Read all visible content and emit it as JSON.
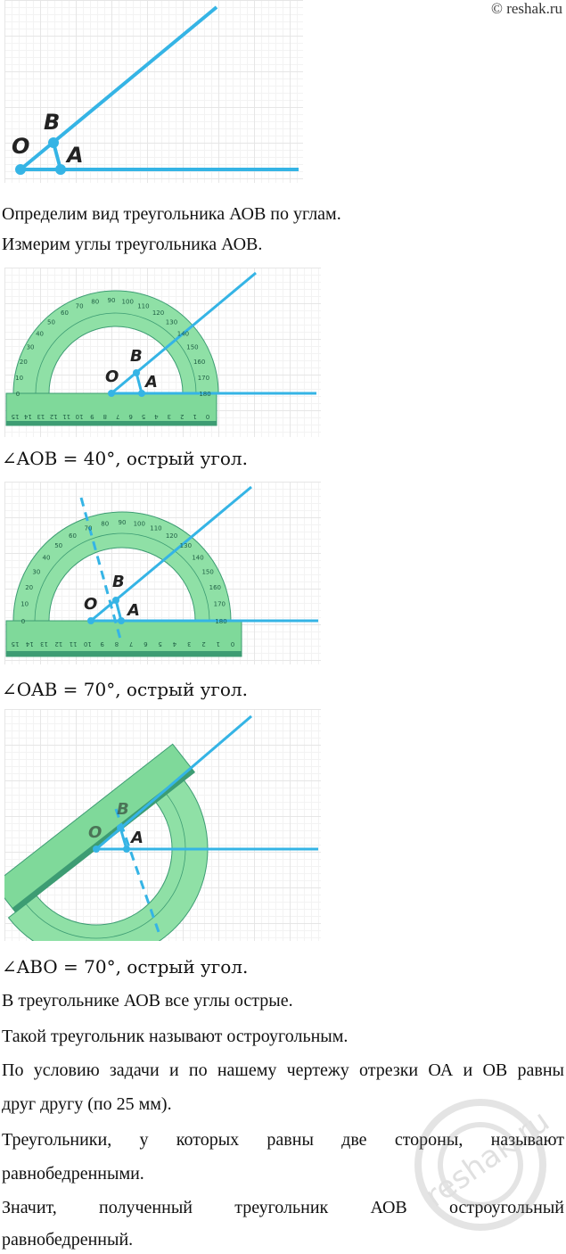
{
  "copyright": "© reshak.ru",
  "figure_labels": {
    "o": "O",
    "a": "A",
    "b": "B"
  },
  "paragraphs": [
    "Определим вид треугольника АОВ по углам.",
    "Измерим углы треугольника АОВ.",
    "∠AOB = 40°, острый угол.",
    "∠OAB = 70°, острый угол.",
    "∠ABO = 70°, острый угол.",
    "В треугольнике АОВ все углы острые.",
    "Такой треугольник называют остроугольным.",
    "По условию задачи и по нашему чертежу отрезки ОА и ОВ равны",
    "друг другу (по 25 мм).",
    "Треугольники, у которых равны две стороны, называют",
    "равнобедренными.",
    "Значит, полученный треугольник АОВ остроугольный",
    "равнобедренный."
  ],
  "ruler_numbers": [
    "15",
    "14",
    "13",
    "12",
    "11",
    "10",
    "9",
    "8",
    "7",
    "6",
    "5",
    "4",
    "3",
    "2",
    "1",
    "0"
  ],
  "protractor_numbers": [
    "0",
    "10",
    "20",
    "30",
    "40",
    "50",
    "60",
    "70",
    "80",
    "90",
    "100",
    "110",
    "120",
    "130",
    "140",
    "150",
    "160",
    "170",
    "180"
  ],
  "watermark": "reshak.ru",
  "colors": {
    "line": "#35b4e5",
    "protractor": "#8fe0a6",
    "ruler": "#7fd99a",
    "ruler_edge": "#3d9c73"
  }
}
